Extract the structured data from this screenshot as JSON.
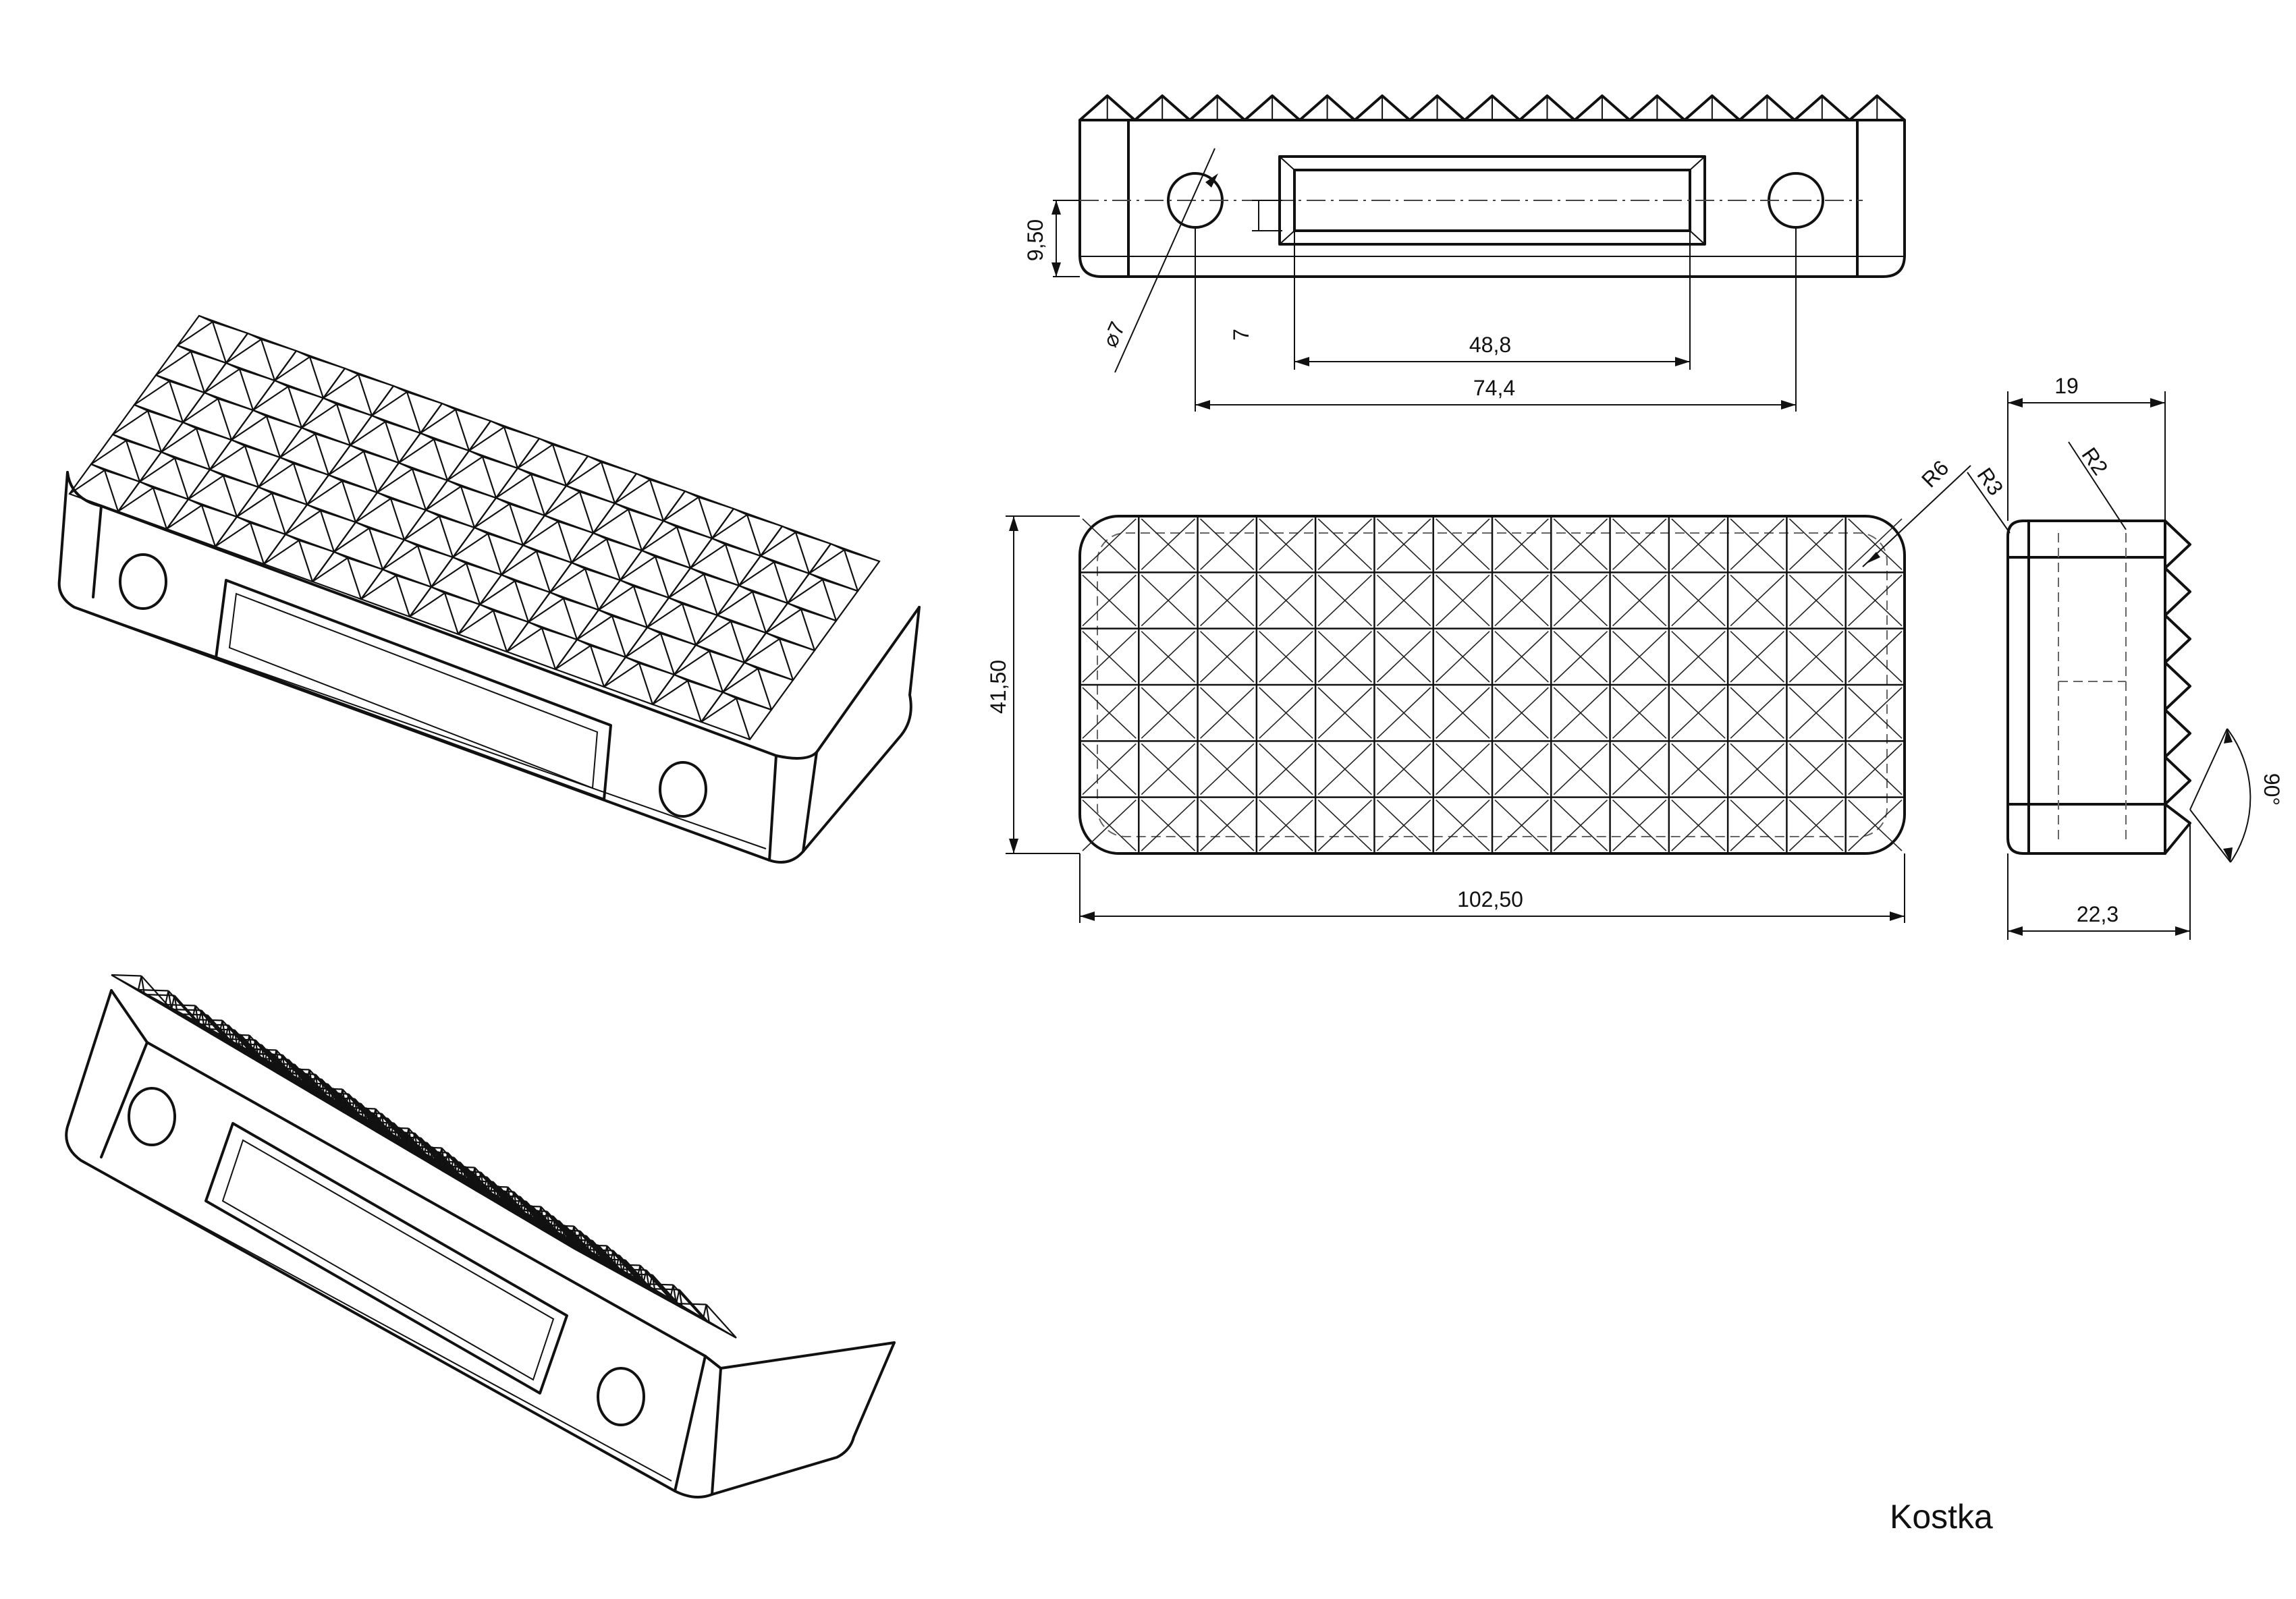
{
  "title": "Kostka",
  "dimensions": {
    "d_hole": "⌀7",
    "h_950": "9,50",
    "h_7": "7",
    "w_488": "48,8",
    "w_744": "74,4",
    "w_19": "19",
    "r6": "R6",
    "r3": "R3",
    "r2": "R2",
    "h_4150": "41,50",
    "angle_90": "90°",
    "w_10250": "102,50",
    "w_223": "22,3"
  }
}
